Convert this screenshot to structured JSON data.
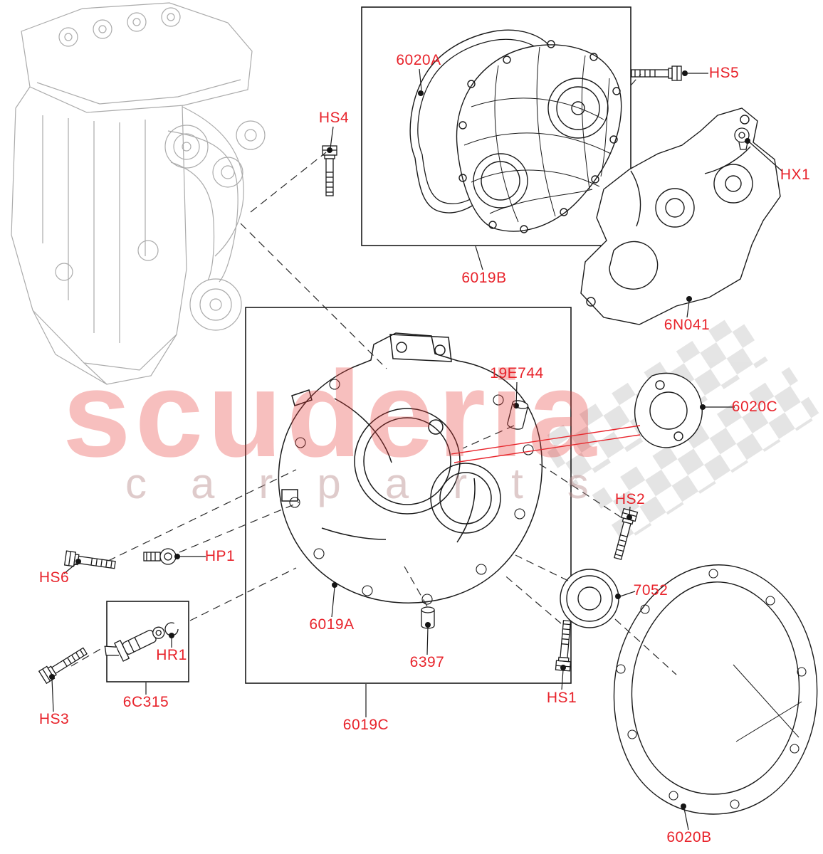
{
  "diagram": {
    "watermark_line1": "scuderia",
    "watermark_line2": "carparts",
    "colors": {
      "label_red": "#e8232b",
      "leader_red": "#e8232b",
      "line_black": "#1a1a1a",
      "engine_gray": "#ababab",
      "checker_gray": "#e0e0e0",
      "watermark_pink": "#e53935"
    }
  },
  "parts": {
    "6020A": "6020A",
    "HS5": "HS5",
    "HS4": "HS4",
    "HX1": "HX1",
    "6019B": "6019B",
    "6N041": "6N041",
    "19E744": "19E744",
    "6020C": "6020C",
    "HS2": "HS2",
    "HP1": "HP1",
    "HS6": "HS6",
    "6019A": "6019A",
    "6397": "6397",
    "7052": "7052",
    "HS1": "HS1",
    "HR1": "HR1",
    "6C315": "6C315",
    "HS3": "HS3",
    "6019C": "6019C",
    "6020B": "6020B"
  }
}
